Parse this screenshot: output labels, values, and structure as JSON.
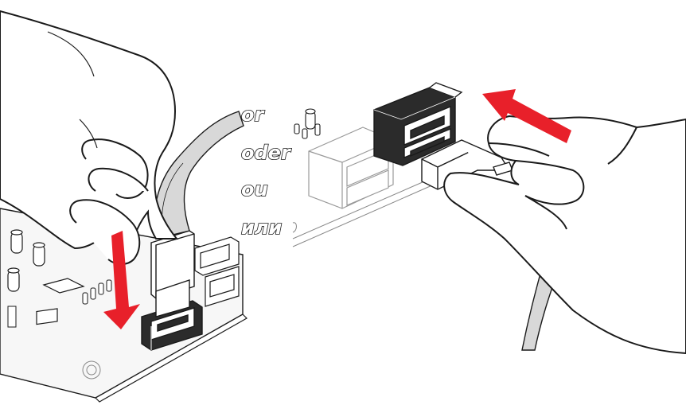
{
  "labels": {
    "or_en": "or",
    "or_de": "oder",
    "or_fr": "ou",
    "or_ru": "или"
  },
  "colors": {
    "arrow": "#e8202a",
    "line": "#1a1a1a",
    "connector_dark": "#2b2b2b",
    "board": "#f7f7f7",
    "cable": "#d8d8d8"
  },
  "icons": {
    "left_arrow": "arrow-down-icon",
    "right_arrow": "arrow-up-left-icon"
  }
}
